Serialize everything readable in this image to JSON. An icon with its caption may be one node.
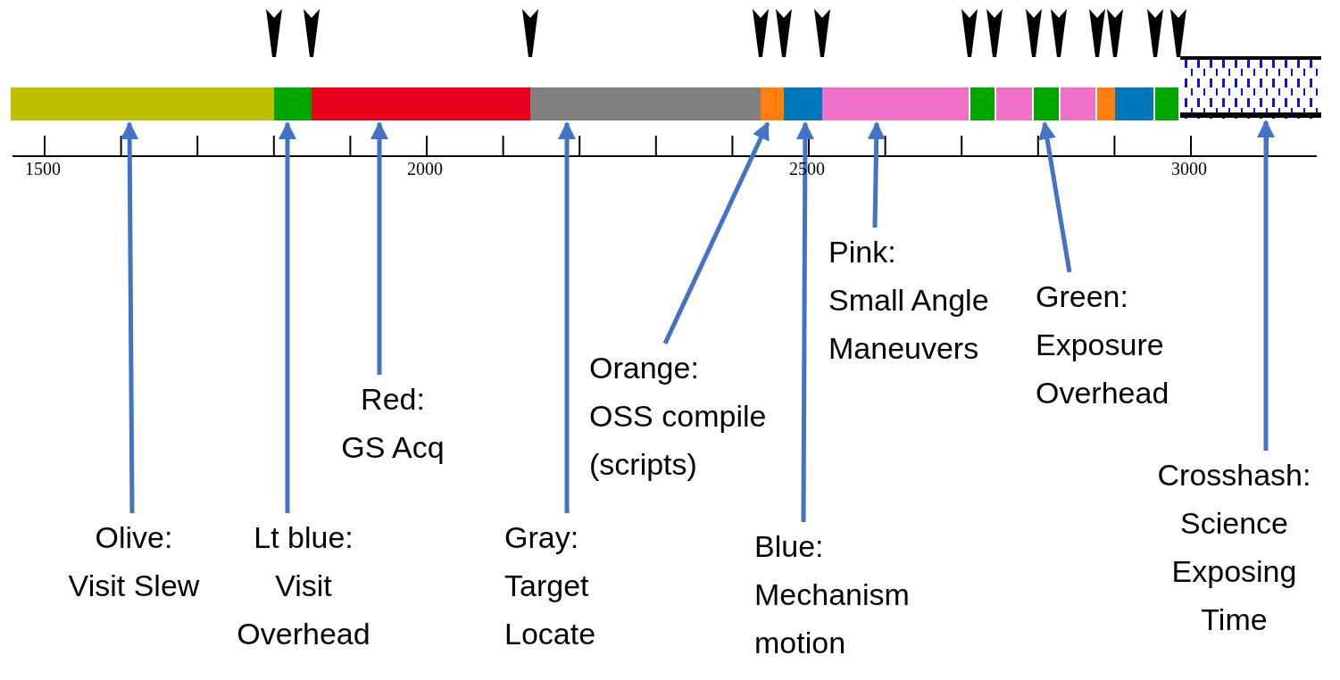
{
  "diagram": {
    "nodes": [
      {
        "text": [],
        "shape": "bar"
      },
      {
        "text": [],
        "shape": "bar"
      },
      {
        "text": [],
        "shape": "bar"
      },
      {
        "text": [],
        "shape": "bar"
      },
      {
        "text": [],
        "shape": "bar"
      },
      {
        "text": [],
        "shape": "bar"
      },
      {
        "text": [],
        "shape": "bar"
      },
      {
        "text": [],
        "shape": "bar"
      },
      {
        "text": [],
        "shape": "bar"
      },
      {
        "text": [],
        "shape": "bar"
      },
      {
        "text": [],
        "shape": "bar"
      },
      {
        "text": [],
        "shape": "bar"
      },
      {
        "text": [],
        "shape": "bar"
      },
      {
        "text": [],
        "shape": "bar"
      },
      {
        "text": [],
        "shape": "bar"
      },
      {
        "text": [
          "Olive:",
          "Visit Slew"
        ]
      },
      {
        "text": [
          "Lt blue:",
          "Visit Overhead"
        ]
      },
      {
        "text": [
          "Red:",
          "GS Acq"
        ]
      },
      {
        "text": [
          "Gray:",
          "Target Locate"
        ]
      },
      {
        "text": [
          "Orange:",
          "OSS compile (scripts)"
        ]
      },
      {
        "text": [
          "Blue:",
          "Mechanism motion"
        ]
      },
      {
        "text": [
          "Pink:",
          "Small Angle Maneuvers"
        ]
      },
      {
        "text": [
          "Green:",
          "Exposure Overhead"
        ]
      },
      {
        "text": [
          "Crosshash:",
          "Science Exposing Time"
        ]
      }
    ],
    "edges": [
      {
        "from": 15,
        "to": 0,
        "arrow": "to"
      },
      {
        "from": 16,
        "to": 1,
        "arrow": "to"
      },
      {
        "from": 17,
        "to": 2,
        "arrow": "to"
      },
      {
        "from": 18,
        "to": 3,
        "arrow": "to"
      },
      {
        "from": 19,
        "to": 4,
        "arrow": "to"
      },
      {
        "from": 20,
        "to": 5,
        "arrow": "to"
      },
      {
        "from": 21,
        "to": 6,
        "arrow": "to"
      },
      {
        "from": 22,
        "to": 9,
        "arrow": "to"
      },
      {
        "from": 23,
        "to": 14,
        "arrow": "to"
      }
    ],
    "labels": [
      "1500",
      "2000",
      "2500",
      "3000"
    ]
  }
}
